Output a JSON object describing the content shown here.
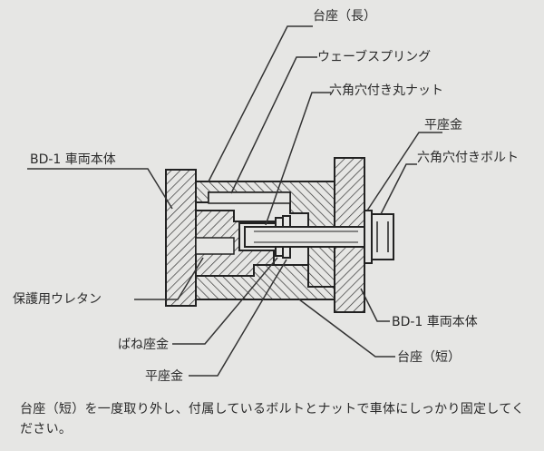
{
  "labels": {
    "base_long": "台座（長）",
    "wave_spring": "ウェーブスプリング",
    "hex_socket_cap_nut": "六角穴付き丸ナット",
    "flat_washer_right": "平座金",
    "hex_socket_bolt": "六角穴付きボルト",
    "vehicle_body_left": "BD-1 車両本体",
    "urethane": "保護用ウレタン",
    "vehicle_body_right": "BD-1 車両本体",
    "spring_washer": "ばね座金",
    "base_short": "台座（短）",
    "flat_washer_bottom": "平座金"
  },
  "note": "台座（短）を一度取り外し、付属しているボルトとナットで車体にしっかり固定してください。"
}
